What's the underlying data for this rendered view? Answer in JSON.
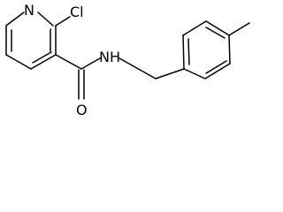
{
  "molecule": {
    "atoms": {
      "pyridine_n": "N",
      "chloro": "Cl",
      "amide_n": "N",
      "amide_h": "H",
      "carbonyl_o": "O"
    }
  }
}
